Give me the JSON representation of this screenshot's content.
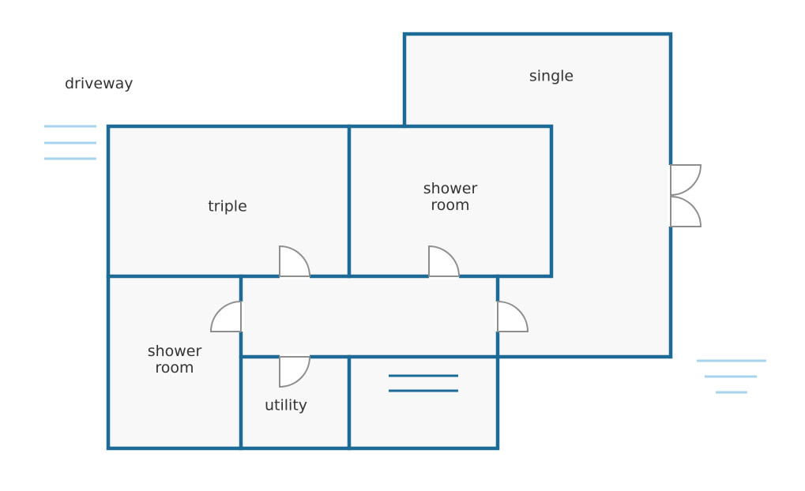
{
  "labels": {
    "driveway": "driveway",
    "single": "single",
    "triple": "triple",
    "shower_room_top": "shower\nroom",
    "shower_room_left": "shower\nroom",
    "utility": "utility"
  },
  "colors": {
    "wall": "#1c6a95",
    "room_fill": "#f8f8f8",
    "door": "#8e8e8e",
    "decor_lines": "#a7d4ec",
    "text": "#333333"
  }
}
